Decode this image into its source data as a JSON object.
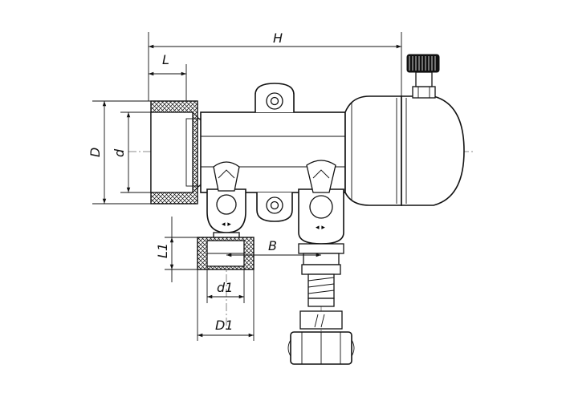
{
  "labels": {
    "H": "H",
    "L": "L",
    "D": "D",
    "d": "d",
    "L1": "L1",
    "B": "B",
    "d1": "d1",
    "D1": "D1"
  },
  "colors": {
    "line": "#111111",
    "background": "#ffffff",
    "axis": "#666666"
  }
}
